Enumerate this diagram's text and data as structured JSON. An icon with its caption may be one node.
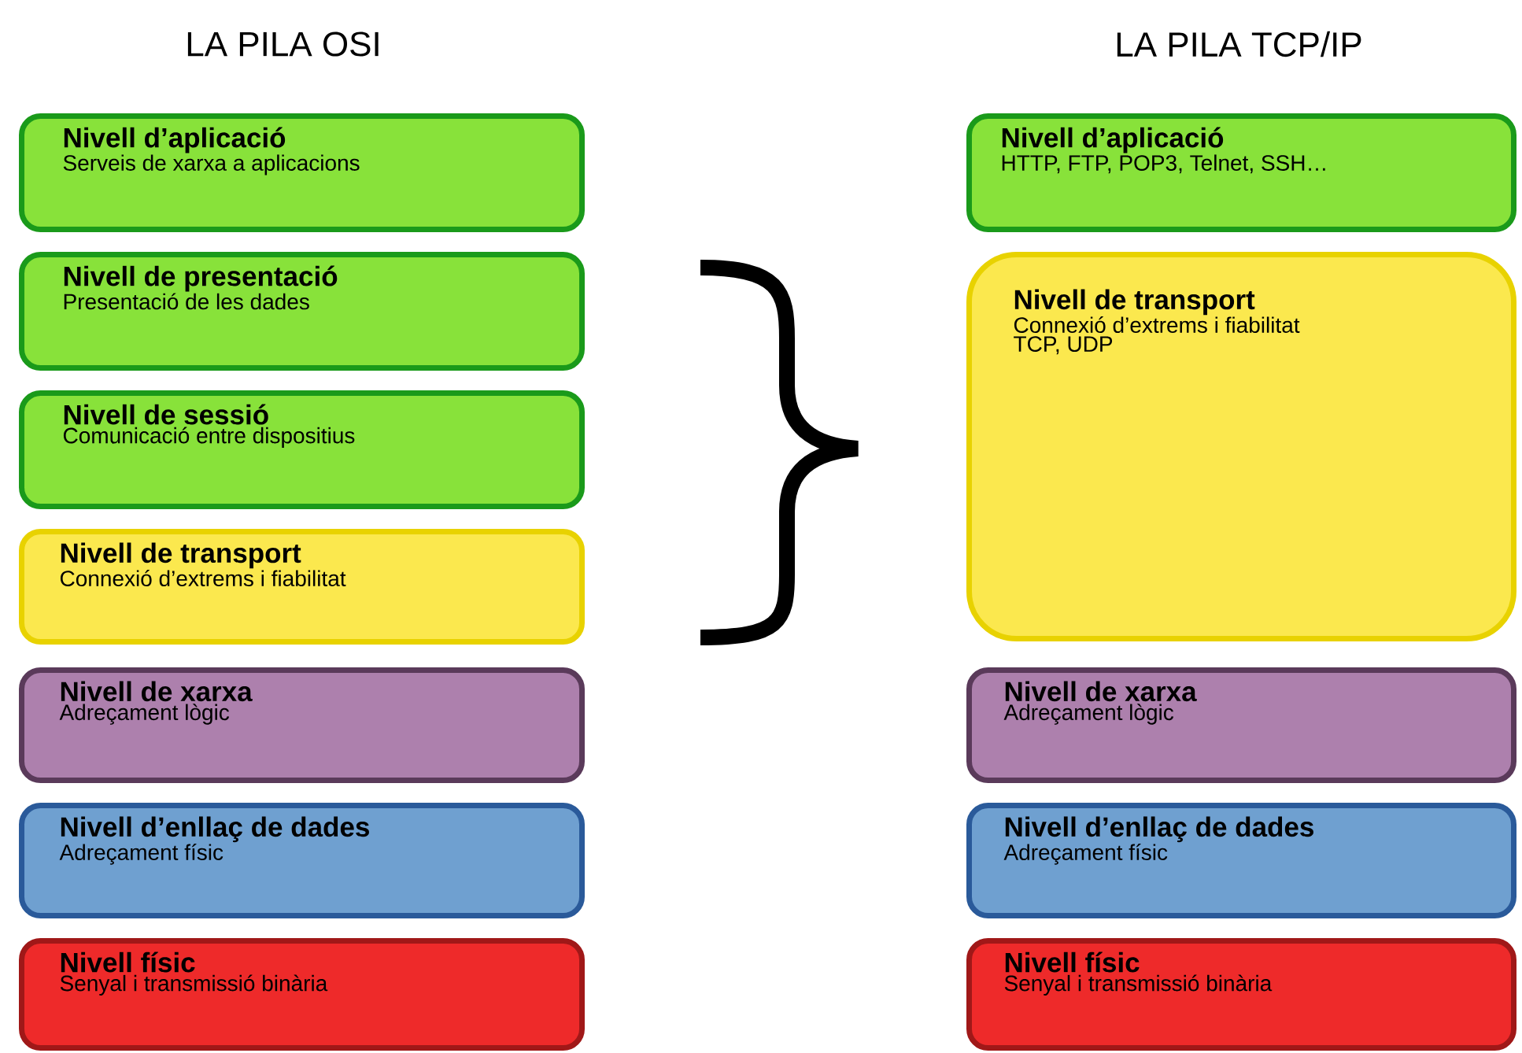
{
  "diagram": {
    "nodes": [
      {
        "text": [
          "Nivell d’aplicació",
          "Serveis de xarxa a aplicacions"
        ]
      },
      {
        "text": [
          "Nivell de presentació",
          "Presentació de les dades"
        ]
      },
      {
        "text": [
          "Nivell de sessió",
          "Comunicació entre dispositius"
        ]
      },
      {
        "text": [
          "Nivell de transport",
          "Connexió d’extrems i fiabilitat"
        ]
      },
      {
        "text": [
          "Nivell de xarxa",
          "Adreçament lògic"
        ]
      },
      {
        "text": [
          "Nivell d’enllaç de dades",
          "Adreçament físic"
        ]
      },
      {
        "text": [
          "Nivell físic",
          "Senyal i transmissió binària"
        ]
      },
      {
        "text": [
          "Nivell d’aplicació",
          "HTTP, FTP, POP3, Telnet, SSH…"
        ]
      },
      {
        "text": [
          "Nivell de transport",
          "Connexió d’extrems i fiabilitat",
          "TCP, UDP"
        ]
      },
      {
        "text": [
          "Nivell de xarxa",
          "Adreçament lògic"
        ]
      },
      {
        "text": [
          "Nivell d’enllaç de dades",
          "Adreçament físic"
        ]
      },
      {
        "text": [
          "Nivell físic",
          "Senyal i transmissió binària"
        ]
      }
    ],
    "labels": [
      "LA PILA OSI",
      "LA PILA TCP/IP"
    ]
  }
}
